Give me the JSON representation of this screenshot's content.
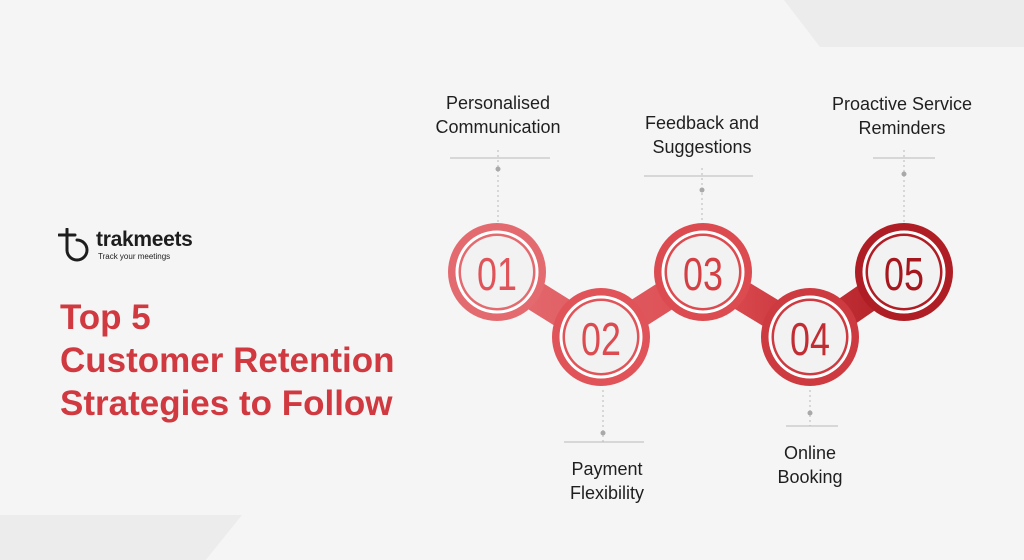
{
  "brand": {
    "name": "trakmeets",
    "tagline": "Track your meetings"
  },
  "headline": {
    "line1": "Top 5",
    "line2": "Customer Retention",
    "line3": "Strategies to Follow"
  },
  "steps": [
    {
      "number": "01",
      "label_line1": "Personalised",
      "label_line2": "Communication"
    },
    {
      "number": "02",
      "label_line1": "Payment",
      "label_line2": "Flexibility"
    },
    {
      "number": "03",
      "label_line1": "Feedback and",
      "label_line2": "Suggestions"
    },
    {
      "number": "04",
      "label_line1": "Online",
      "label_line2": "Booking"
    },
    {
      "number": "05",
      "label_line1": "Proactive Service",
      "label_line2": "Reminders"
    }
  ],
  "colors": {
    "accent": "#d0393f",
    "step_light": "#e36b70",
    "step_dark": "#b01e25",
    "background": "#f5f5f5"
  }
}
